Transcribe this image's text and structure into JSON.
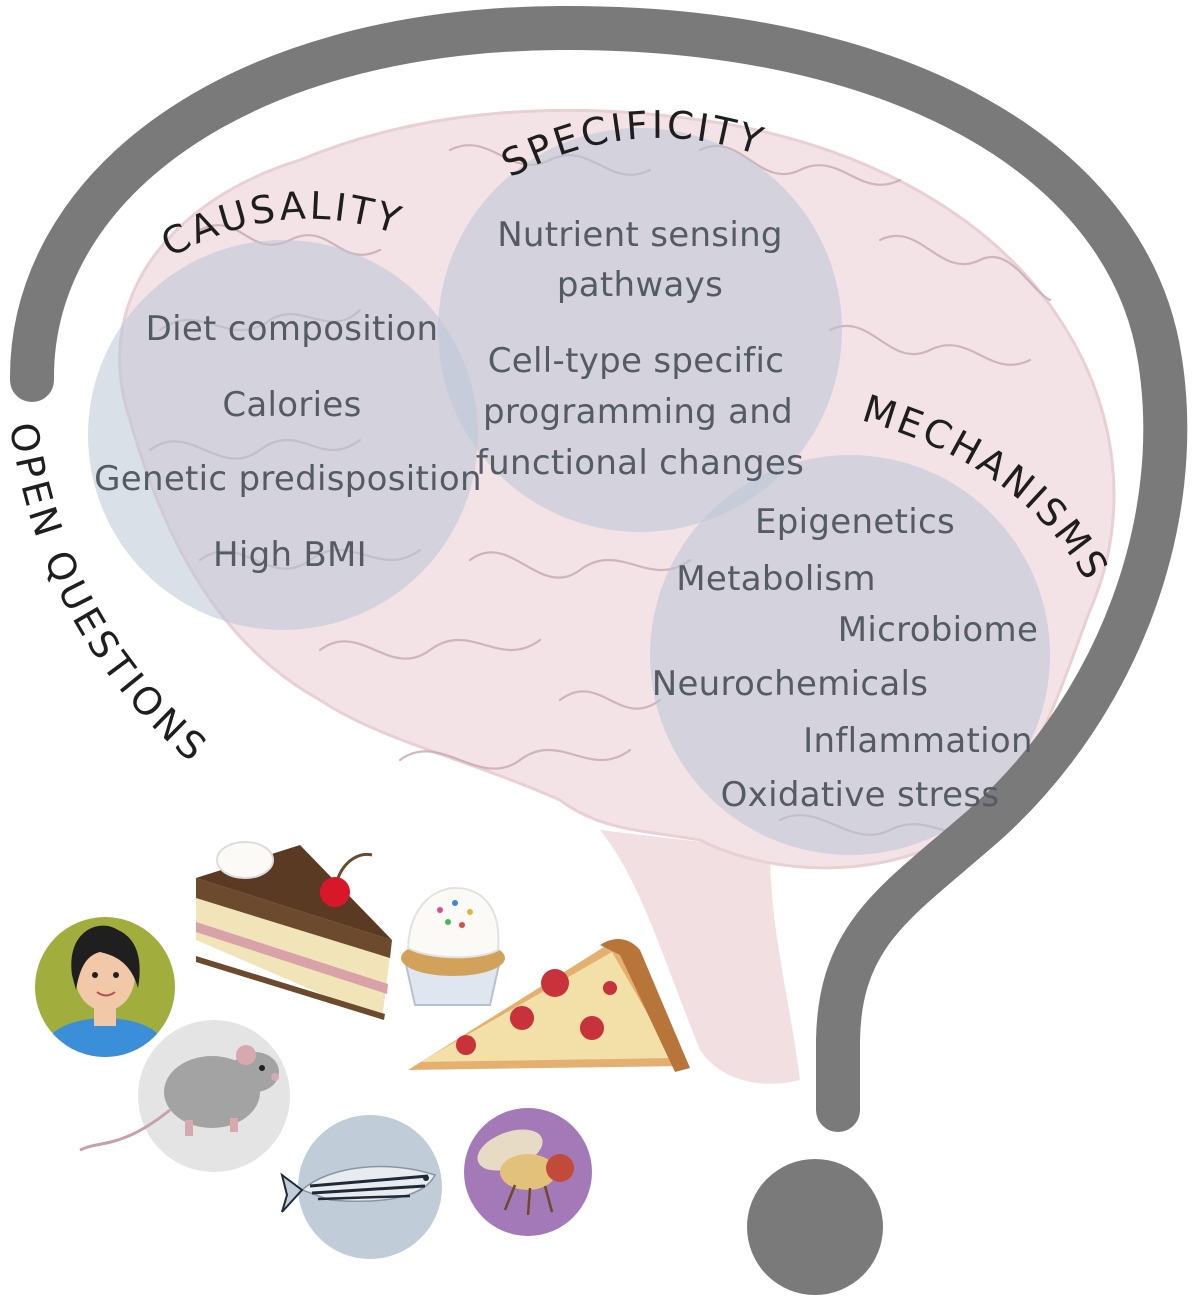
{
  "diagram": {
    "open_questions_label": "OPEN QUESTIONS",
    "causality": {
      "title": "CAUSALITY",
      "items": [
        "Diet composition",
        "Calories",
        "Genetic predisposition",
        "High BMI"
      ]
    },
    "specificity": {
      "title": "SPECIFICITY",
      "items": [
        "Nutrient sensing",
        "pathways",
        "Cell-type specific",
        "programming and",
        "functional changes"
      ]
    },
    "mechanisms": {
      "title": "MECHANISMS",
      "items": [
        "Epigenetics",
        "Metabolism",
        "Microbiome",
        "Neurochemicals",
        "Inflammation",
        "Oxidative stress"
      ]
    },
    "icons": [
      "question-mark-icon",
      "brain-icon",
      "cake-slice-icon",
      "cupcake-icon",
      "pizza-slice-icon",
      "human-icon",
      "mouse-icon",
      "zebrafish-icon",
      "fruit-fly-icon"
    ],
    "colors": {
      "question_mark": "#7a7a7a",
      "brain": "#f3e3e6",
      "circle": "#b9c6d5",
      "text": "#555b63"
    }
  }
}
